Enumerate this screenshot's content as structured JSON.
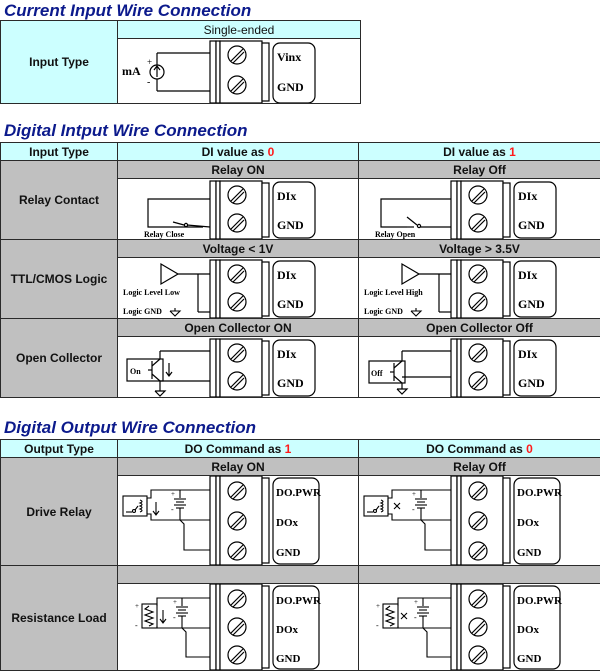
{
  "sections": {
    "current_input": {
      "title": "Current Input Wire Connection",
      "row_label": "Input Type",
      "column_header": "Single-ended",
      "diagram": {
        "source_label": "mA",
        "plus": "+",
        "minus": "-",
        "terminals": [
          "Vinx",
          "GND"
        ]
      }
    },
    "digital_input": {
      "title": "Digital Intput Wire Connection",
      "header": {
        "type_label": "Input Type",
        "col0_prefix": "DI value as ",
        "col0_value": "0",
        "col1_prefix": "DI value as ",
        "col1_value": "1"
      },
      "rows": [
        {
          "label": "Relay Contact",
          "sub0": "Relay ON",
          "sub1": "Relay Off",
          "cap0": "Relay Close",
          "cap1": "Relay Open",
          "terminals": [
            "DIx",
            "GND"
          ]
        },
        {
          "label": "TTL/CMOS Logic",
          "sub0": "Voltage < 1V",
          "sub1": "Voltage > 3.5V",
          "cap0": "Logic Level Low",
          "cap1": "Logic Level High",
          "gnd_label": "Logic GND",
          "terminals": [
            "DIx",
            "GND"
          ]
        },
        {
          "label": "Open Collector",
          "sub0": "Open Collector ON",
          "sub1": "Open Collector Off",
          "cap0": "On",
          "cap1": "Off",
          "terminals": [
            "DIx",
            "GND"
          ]
        }
      ]
    },
    "digital_output": {
      "title": "Digital Output Wire Connection",
      "header": {
        "type_label": "Output Type",
        "col0_prefix": "DO Command as ",
        "col0_value": "1",
        "col1_prefix": "DO Command as ",
        "col1_value": "0"
      },
      "rows": [
        {
          "label": "Drive Relay",
          "sub0": "Relay ON",
          "sub1": "Relay Off",
          "terminals": [
            "DO.PWR",
            "DOx",
            "GND"
          ]
        },
        {
          "label": "Resistance Load",
          "sub0": "",
          "sub1": "",
          "terminals": [
            "DO.PWR",
            "DOx",
            "GND"
          ]
        }
      ]
    }
  },
  "colors": {
    "title_blue": "#0c1a8c",
    "header_cyan": "#ccffff",
    "label_gray": "#c0c0c0",
    "value_red": "#ff1a1a"
  }
}
